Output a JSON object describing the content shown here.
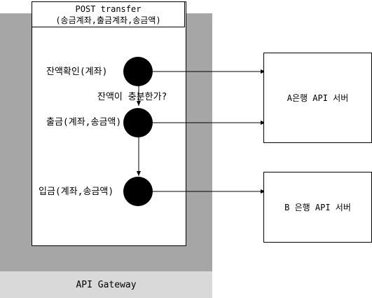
{
  "gateway": {
    "label": "API Gateway"
  },
  "transfer": {
    "title_line1": "POST transfer",
    "title_line2": "(송금계좌,출금계좌,송금액)"
  },
  "steps": [
    {
      "label": "잔액확인(계좌)"
    },
    {
      "label": "출금(계좌,송금액)"
    },
    {
      "label": "입금(계좌,송금액)"
    }
  ],
  "condition": {
    "label": "잔액이 충분한가?"
  },
  "servers": [
    {
      "label": "A은행 API 서버"
    },
    {
      "label": "B 은행 API 서버"
    }
  ],
  "colors": {
    "gateway_dark": "#a6a6a6",
    "gateway_light": "#d9d9d9",
    "node_fill": "#000000",
    "line": "#000000"
  }
}
